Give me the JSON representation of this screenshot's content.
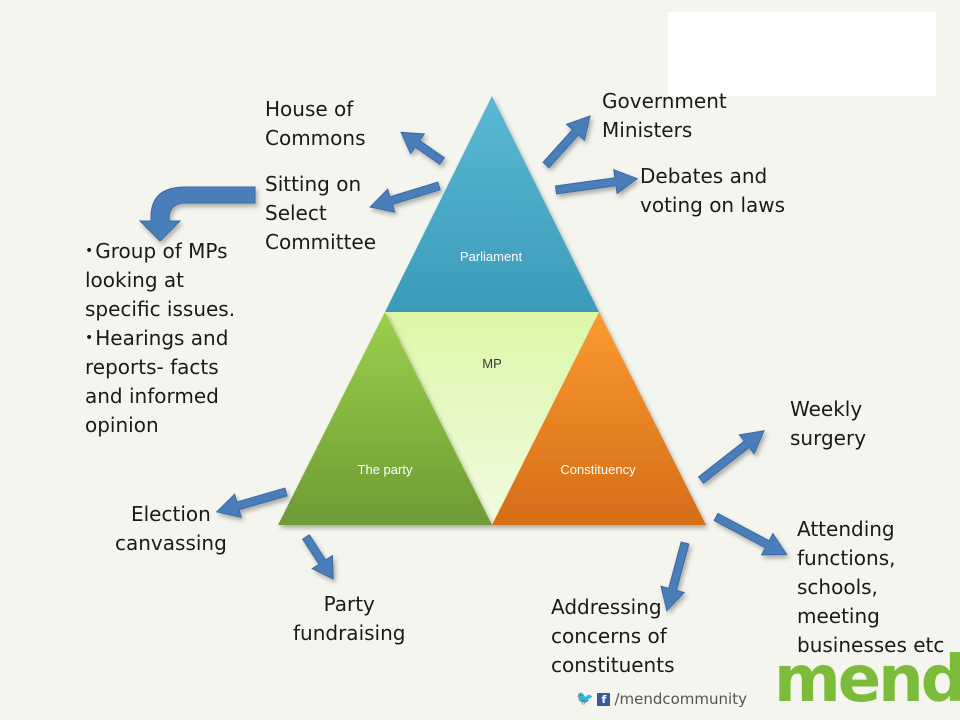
{
  "triangles": {
    "top": "Parliament",
    "middle": "MP",
    "left": "The party",
    "right": "Constituency"
  },
  "labels": {
    "house_of_commons": "House of\nCommons",
    "select_committee": "Sitting on\nSelect\nCommittee",
    "government_ministers": "Government\nMinisters",
    "debates": "Debates and\nvoting on laws",
    "weekly_surgery": "Weekly\nsurgery",
    "attending": "Attending\nfunctions,\nschools,\nmeeting\nbusinesses etc",
    "addressing": "Addressing\nconcerns of\nconstituents",
    "party_fundraising": "Party\nfundraising",
    "election_canvassing": "Election\ncanvassing"
  },
  "bullets": [
    "Group of MPs looking at specific issues.",
    "Hearings and reports- facts and informed opinion"
  ],
  "footer": {
    "handle": "/mendcommunity",
    "twitter_icon": "twitter-icon",
    "facebook_icon": "facebook-icon"
  },
  "logo": "mend",
  "colors": {
    "parliament": "#4aacc9",
    "mp": "#e6f8b8",
    "party": "#7dab3c",
    "constituency": "#ef7f1e",
    "arrow": "#4a7ebb"
  }
}
